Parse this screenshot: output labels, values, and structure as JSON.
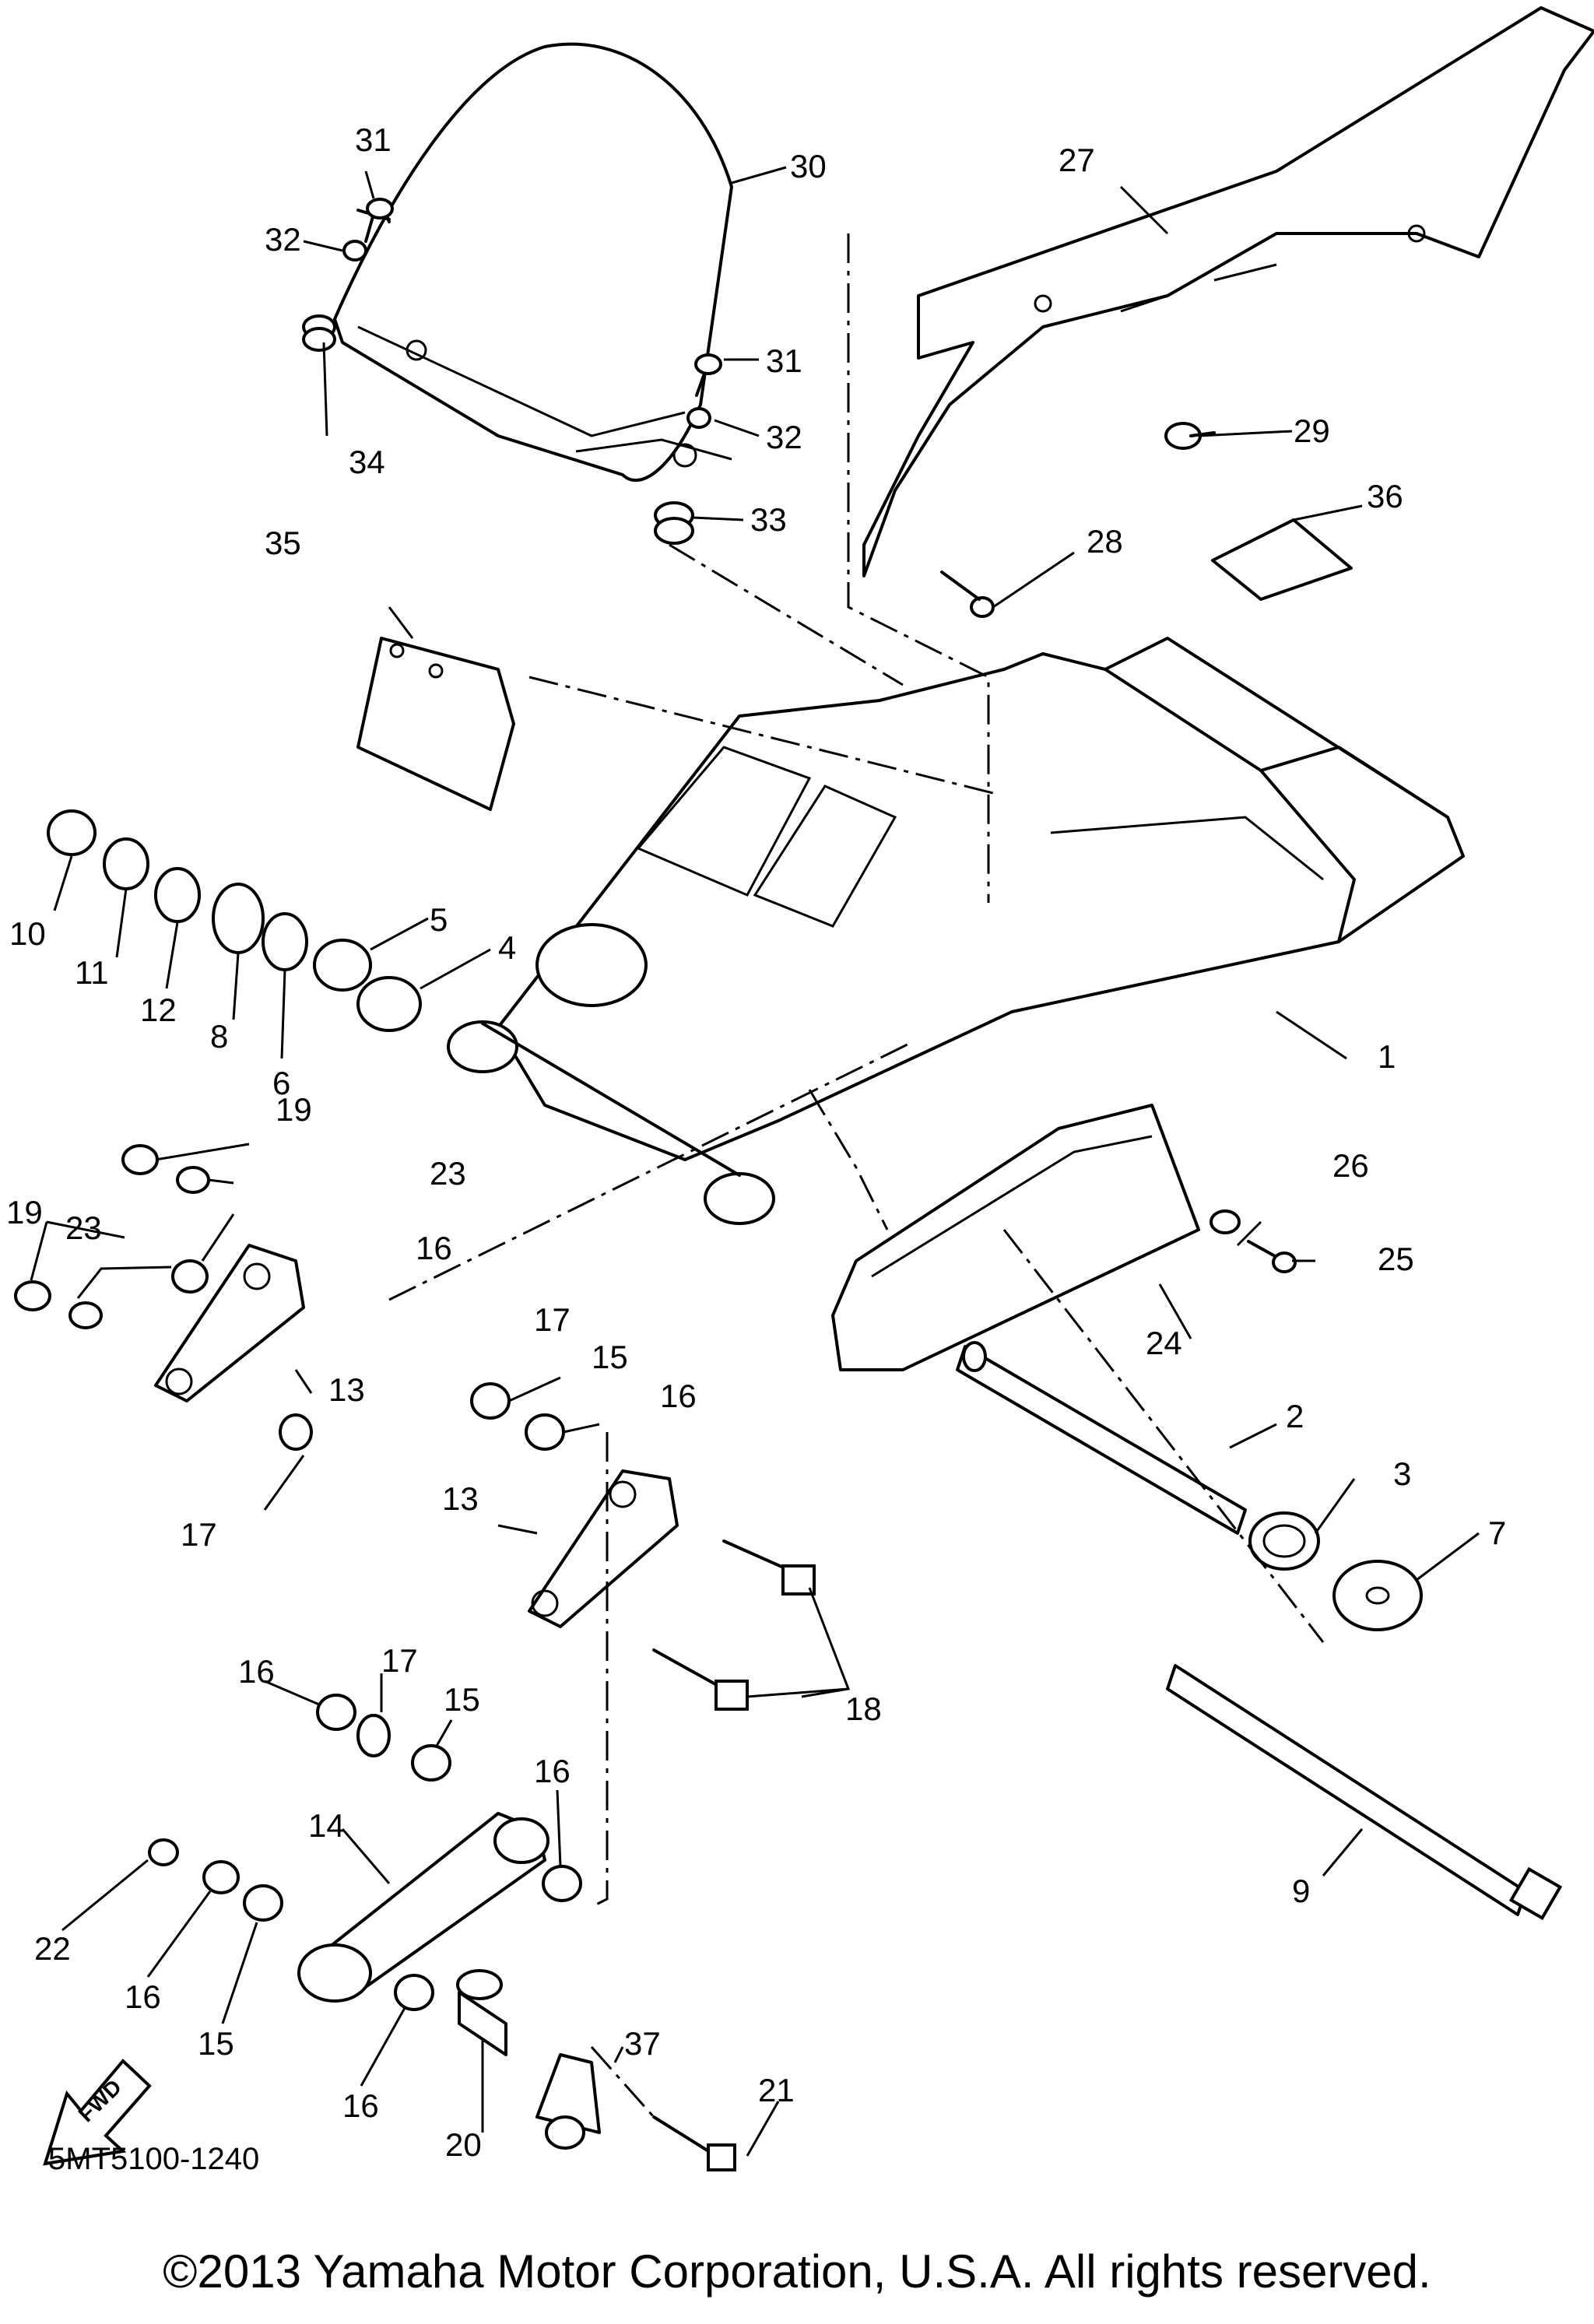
{
  "diagram": {
    "callouts": {
      "c1": "1",
      "c2": "2",
      "c3": "3",
      "c4": "4",
      "c5": "5",
      "c6": "6",
      "c7": "7",
      "c8": "8",
      "c9": "9",
      "c10": "10",
      "c11": "11",
      "c12": "12",
      "c13a": "13",
      "c13b": "13",
      "c14": "14",
      "c15a": "15",
      "c15b": "15",
      "c15c": "15",
      "c16a": "16",
      "c16b": "16",
      "c16c": "16",
      "c16d": "16",
      "c16e": "16",
      "c16f": "16",
      "c17a": "17",
      "c17b": "17",
      "c17c": "17",
      "c18": "18",
      "c19a": "19",
      "c19b": "19",
      "c20": "20",
      "c21": "21",
      "c22": "22",
      "c23a": "23",
      "c23b": "23",
      "c24": "24",
      "c25": "25",
      "c26": "26",
      "c27": "27",
      "c28": "28",
      "c29": "29",
      "c30": "30",
      "c31a": "31",
      "c31b": "31",
      "c32a": "32",
      "c32b": "32",
      "c33": "33",
      "c34": "34",
      "c35": "35",
      "c36": "36",
      "c37": "37"
    },
    "fwd_label": "FWD",
    "catalog_code": "5MT5100-1240",
    "copyright": "©2013 Yamaha Motor Corporation, U.S.A. All rights reserved."
  }
}
